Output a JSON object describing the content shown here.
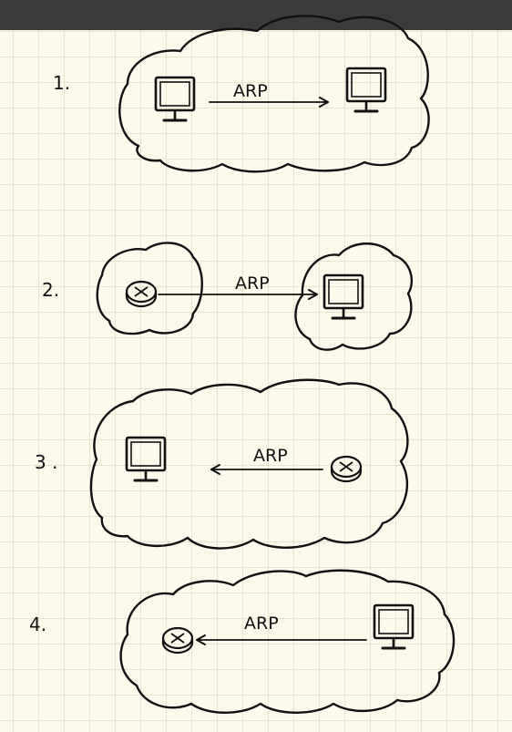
{
  "steps": [
    {
      "number": "1.",
      "arrow_label": "ARP"
    },
    {
      "number": "2.",
      "arrow_label": "ARP"
    },
    {
      "number": "3 .",
      "arrow_label": "ARP"
    },
    {
      "number": "4.",
      "arrow_label": "ARP"
    }
  ],
  "icons": {
    "computer": "computer-monitor-icon",
    "router": "router-icon"
  },
  "colors": {
    "paper": "#fdfaec",
    "grid": "#e6e3cf",
    "ink": "#111111",
    "top_bar": "#3b3b3b"
  }
}
